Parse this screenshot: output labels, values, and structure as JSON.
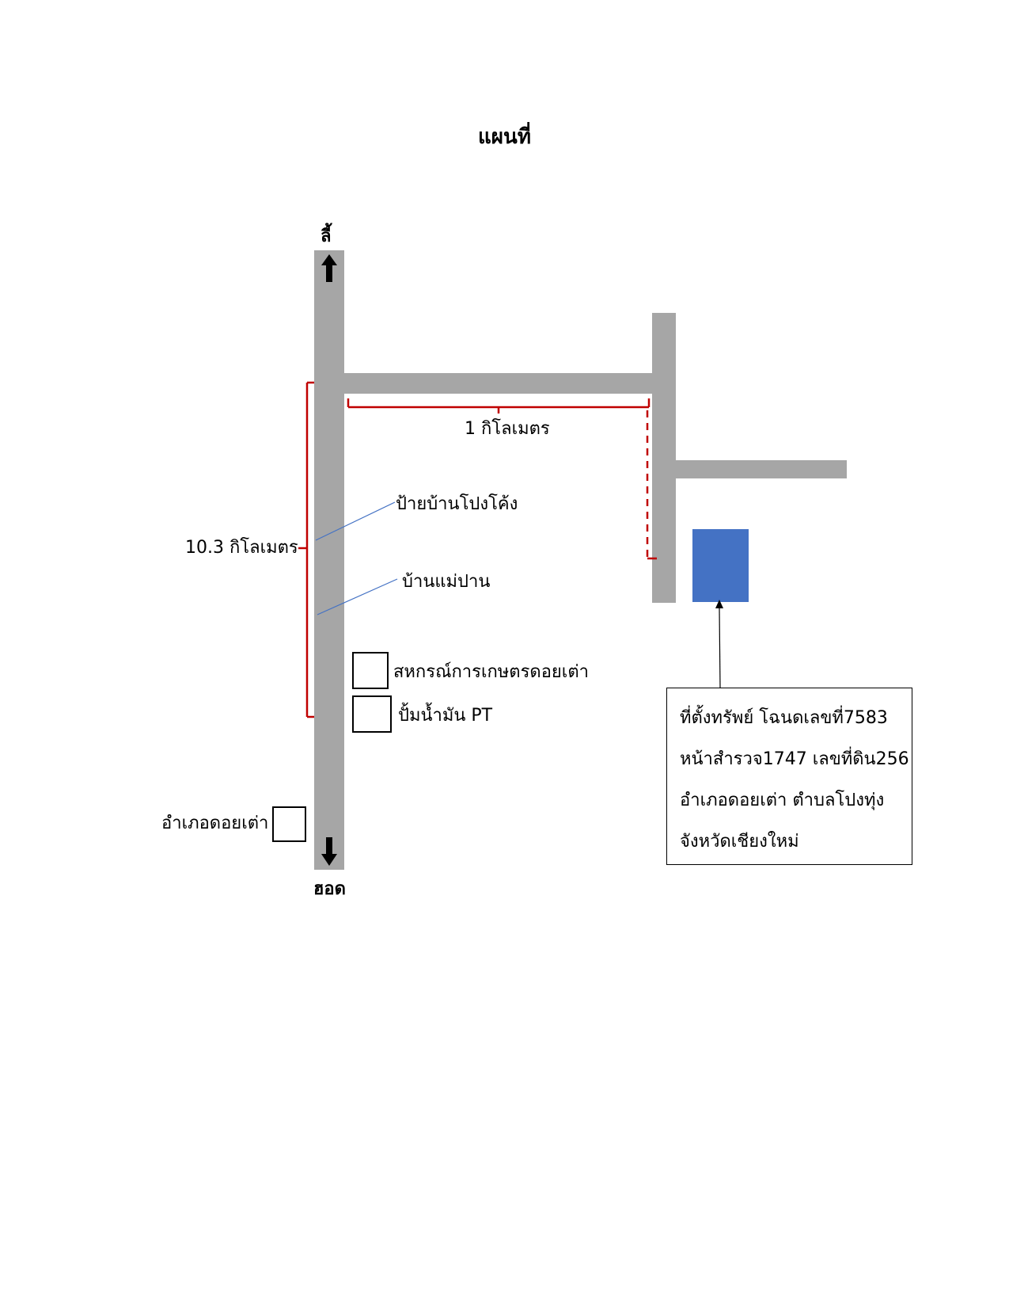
{
  "title": "แผนที่",
  "directions": {
    "north": "ลี้",
    "south": "ฮอด"
  },
  "distances": {
    "main_road": "10.3 กิโลเมตร",
    "side_road": "1 กิโลเมตร"
  },
  "landmarks": {
    "sign_pong_khong": "ป้ายบ้านโปงโค้ง",
    "ban_mae_pan": "บ้านแม่ปาน",
    "cooperative": "สหกรณ์การเกษตรดอยเต่า",
    "gas_station": "ปั้มน้ำมัน PT",
    "district_office": "อำเภอดอยเต่า"
  },
  "property_info": {
    "line1": "ที่ตั้งทรัพย์ โฉนดเลขที่7583",
    "line2": "หน้าสำรวจ1747 เลขที่ดิน256",
    "line3": "อำเภอดอยเต่า ตำบลโปงทุ่ง",
    "line4": "จังหวัดเชียงใหม่"
  },
  "colors": {
    "road": "#a6a6a6",
    "distance_marker": "#c00000",
    "leader_line": "#4472c4",
    "property_plot": "#4472c4"
  },
  "icons": {
    "north_arrow": "arrow-up-icon",
    "south_arrow": "arrow-down-icon"
  }
}
